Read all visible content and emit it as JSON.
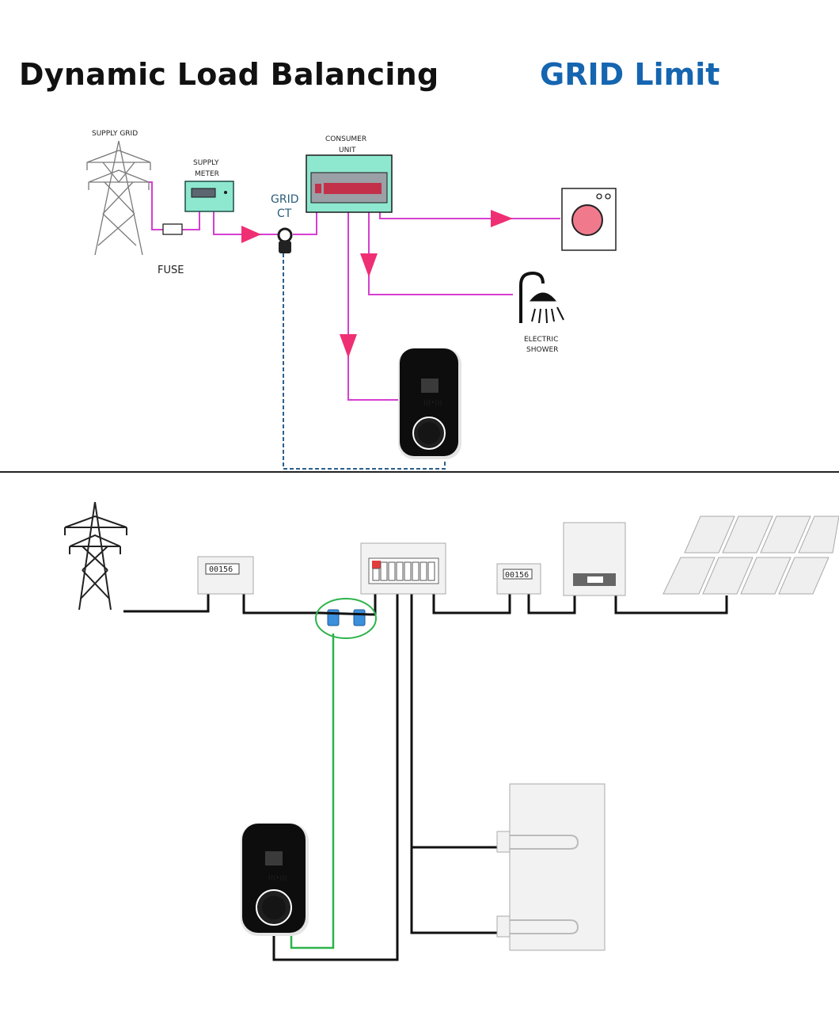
{
  "header": {
    "title": "Dynamic Load Balancing",
    "subtitle": "GRID Limit"
  },
  "colors": {
    "title": "#111111",
    "subtitle": "#1565b0",
    "power_line": "#d63fd0",
    "arrow": "#ef2f74",
    "ct_signal": "#2c5f8a",
    "green_line": "#2db34a",
    "meter_fill": "#8ee8cf",
    "breaker_bar": "#c2304a",
    "charger_body": "#0d0d0d"
  },
  "top_diagram": {
    "supply_grid": {
      "label": "SUPPLY GRID"
    },
    "supply_meter": {
      "label_line1": "SUPPLY",
      "label_line2": "METER"
    },
    "fuse": {
      "label": "FUSE"
    },
    "grid_ct": {
      "label_line1": "GRID",
      "label_line2": "CT"
    },
    "consumer_unit": {
      "label_line1": "CONSUMER",
      "label_line2": "UNIT"
    },
    "electric_shower": {
      "label_line1": "ELECTRIC",
      "label_line2": "SHOWER"
    },
    "charger_rfid": "(((•)))"
  },
  "bottom_diagram": {
    "grid_meter_reading": "00156",
    "solar_meter_reading": "00156",
    "charger_rfid": "(((•)))"
  }
}
